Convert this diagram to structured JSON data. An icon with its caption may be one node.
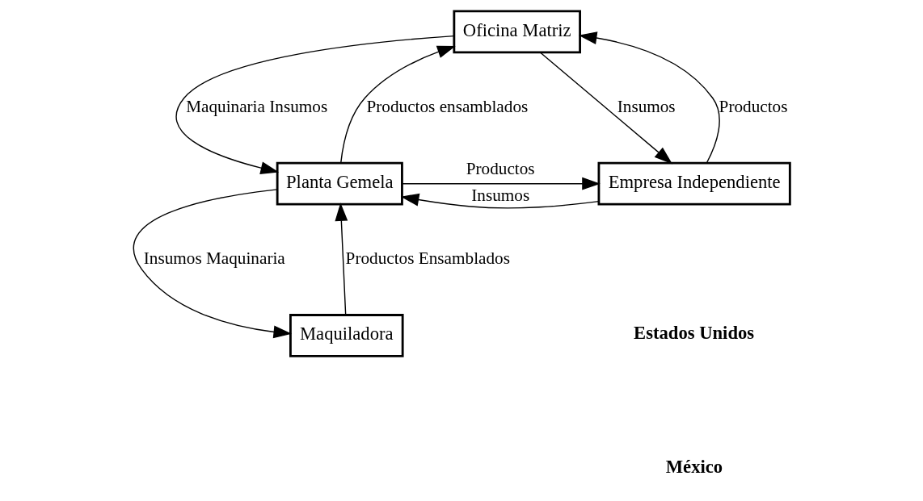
{
  "diagram": {
    "nodes": [
      {
        "text": [
          "Oficina Matriz"
        ]
      },
      {
        "text": [
          "Planta Gemela"
        ]
      },
      {
        "text": [
          "Empresa Independiente"
        ]
      },
      {
        "text": [
          "Maquiladora"
        ]
      }
    ],
    "edges": [
      {
        "from": 1,
        "to": 0,
        "arrow": "to",
        "label": "Productos ensamblados"
      },
      {
        "from": 0,
        "to": 1,
        "arrow": "to",
        "label": "Maquinaria Insumos"
      },
      {
        "from": 2,
        "to": 0,
        "arrow": "to",
        "label": "Productos"
      },
      {
        "from": 0,
        "to": 2,
        "arrow": "to",
        "label": "Insumos"
      },
      {
        "from": 2,
        "to": 1,
        "arrow": "to",
        "label": "Insumos"
      },
      {
        "from": 1,
        "to": 2,
        "arrow": "to",
        "label": "Productos"
      },
      {
        "from": 1,
        "to": 3,
        "arrow": "to",
        "label": "Insumos Maquinaria"
      },
      {
        "from": 3,
        "to": 1,
        "arrow": "to",
        "label": "Productos Ensamblados"
      }
    ],
    "labels": [
      "Estados Unidos",
      "México"
    ]
  }
}
